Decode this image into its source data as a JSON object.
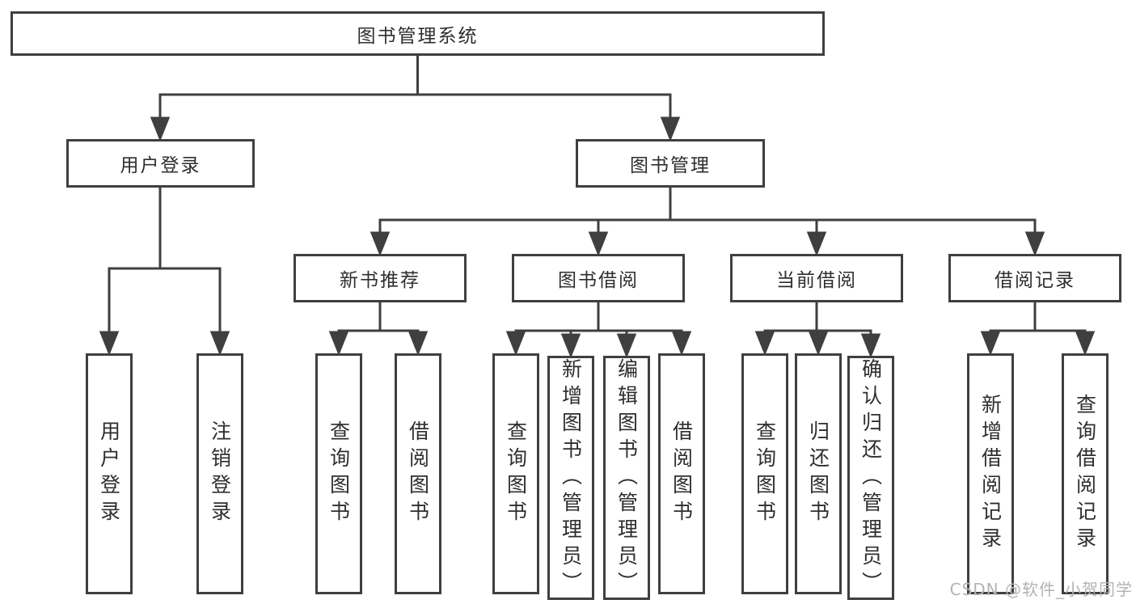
{
  "nodes": {
    "root": "图书管理系统",
    "level2": {
      "user_login": "用户登录",
      "book_mgmt": "图书管理"
    },
    "level3": {
      "new_books": "新书推荐",
      "book_borrow": "图书借阅",
      "current_borrow": "当前借阅",
      "borrow_records": "借阅记录"
    },
    "leaves": {
      "user_login": [
        "用户登录",
        "注销登录"
      ],
      "new_books": [
        "查询图书",
        "借阅图书"
      ],
      "book_borrow": [
        "查询图书",
        "新增图书（管理员）",
        "编辑图书（管理员）",
        "借阅图书"
      ],
      "current_borrow": [
        "查询图书",
        "归还图书",
        "确认归还（管理员）"
      ],
      "borrow_records": [
        "新增借阅记录",
        "查询借阅记录"
      ]
    }
  },
  "colors": {
    "line": "#3f3f3f",
    "box_fill": "#ffffff",
    "text": "#2e2e2e",
    "watermark": "#b3b3b3"
  },
  "watermark": "CSDN @软件_小贺同学"
}
